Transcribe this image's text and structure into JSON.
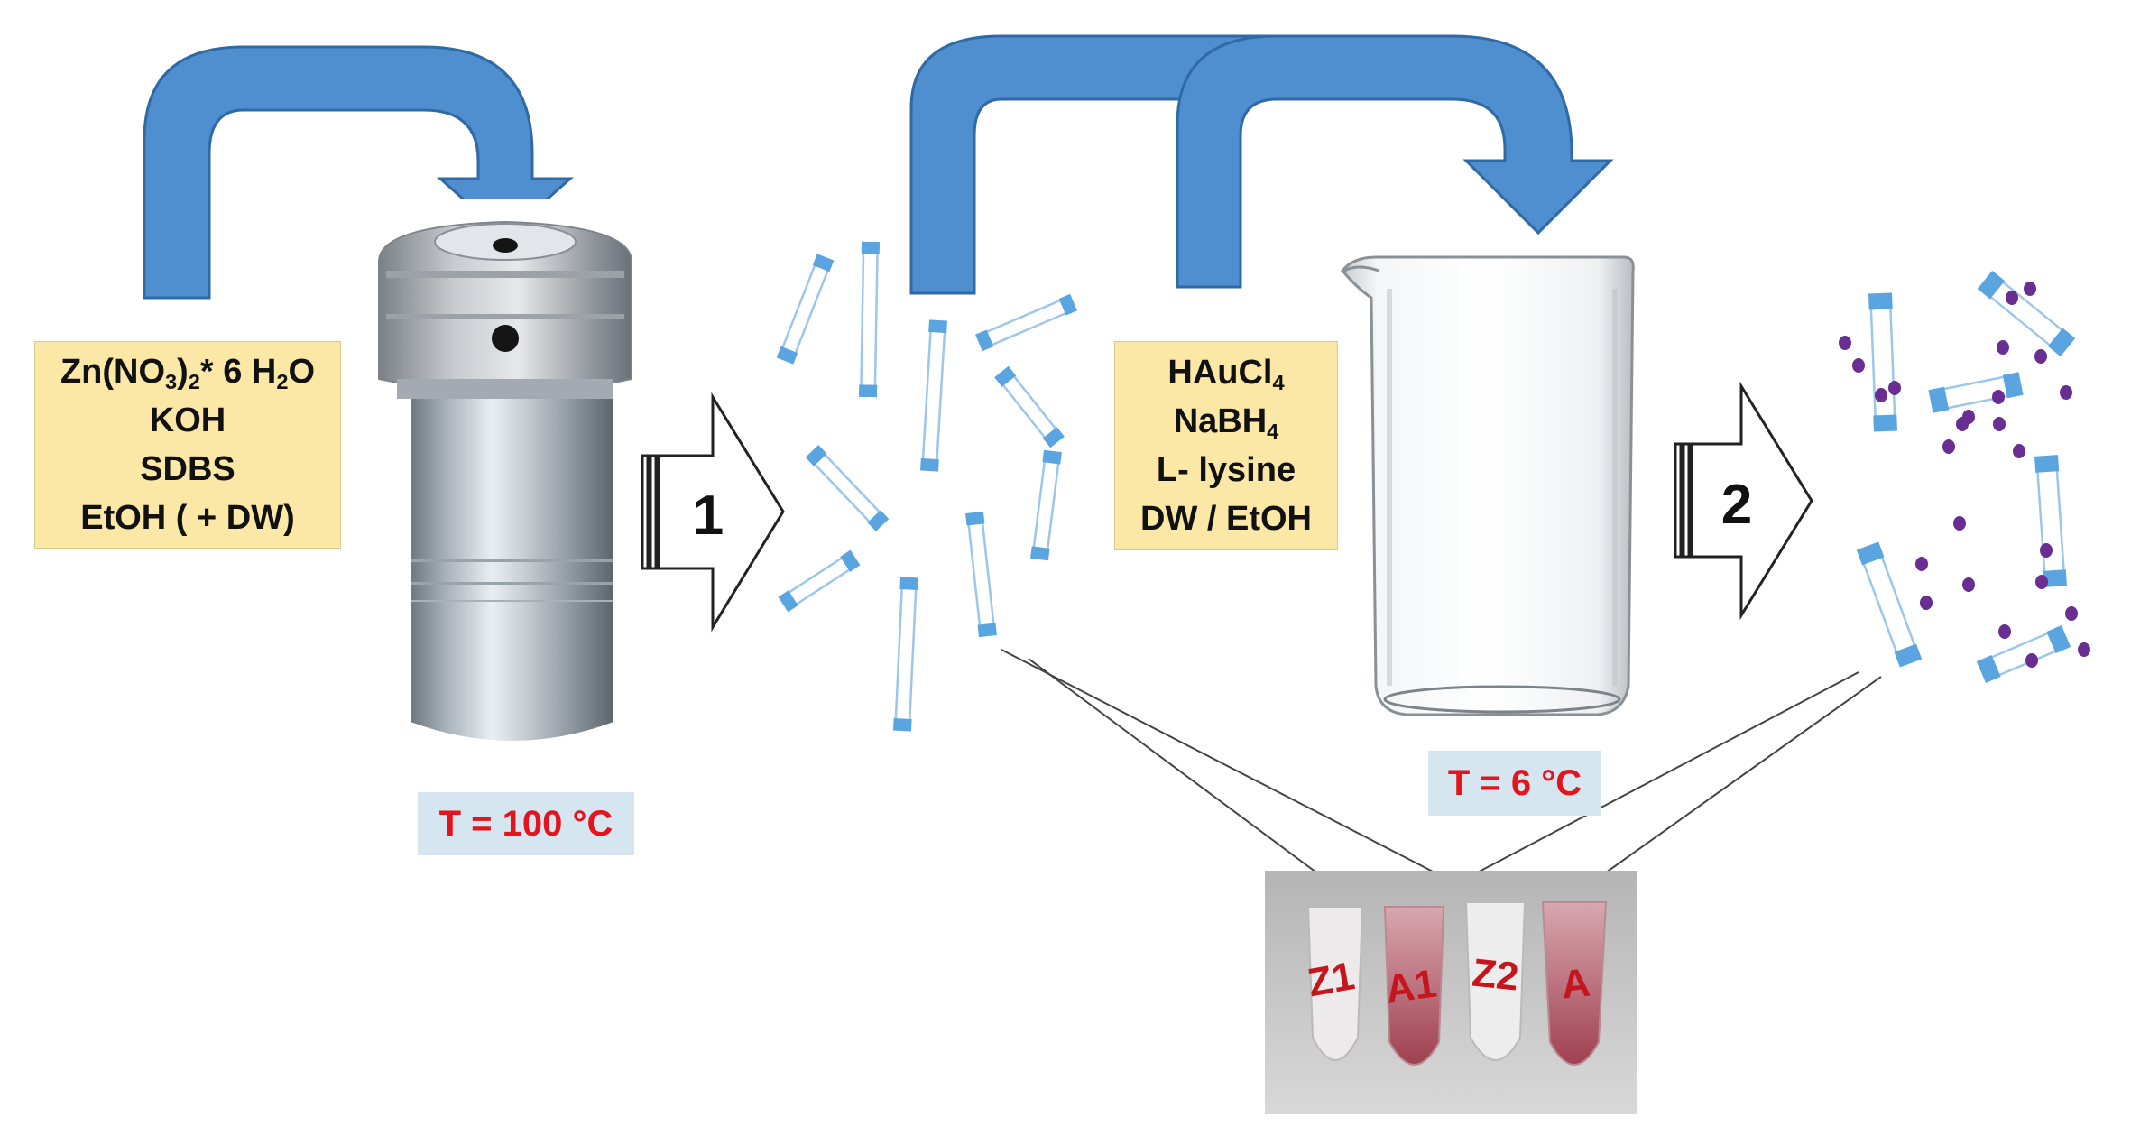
{
  "reagents_step1": {
    "line1_main": "Zn(NO",
    "line1_sub1": "3",
    "line1_mid": ")",
    "line1_sub2": "2",
    "line1_rest": "* 6 H",
    "line1_sub3": "2",
    "line1_end": "O",
    "line2": "KOH",
    "line3": "SDBS",
    "line4": "EtOH ( + DW)"
  },
  "reagents_step2": {
    "line1_main": "HAuCl",
    "line1_sub": "4",
    "line2_main": "NaBH",
    "line2_sub": "4",
    "line3": "L- lysine",
    "line4": "DW / EtOH"
  },
  "temperature_1": "T = 100 °C",
  "temperature_2": "T = 6 °C",
  "step_1": "1",
  "step_2": "2",
  "tube_labels": [
    "Z1",
    "A1",
    "Z2",
    "A"
  ],
  "colors": {
    "arrow_blue": "#4f8fd0",
    "rod_blue": "#5aa5e0",
    "gold_np": "#6a2d91",
    "reagent_box": "#fbe7a6",
    "temperature_box": "#d5e6f1",
    "temperature_text": "#e3141b"
  }
}
